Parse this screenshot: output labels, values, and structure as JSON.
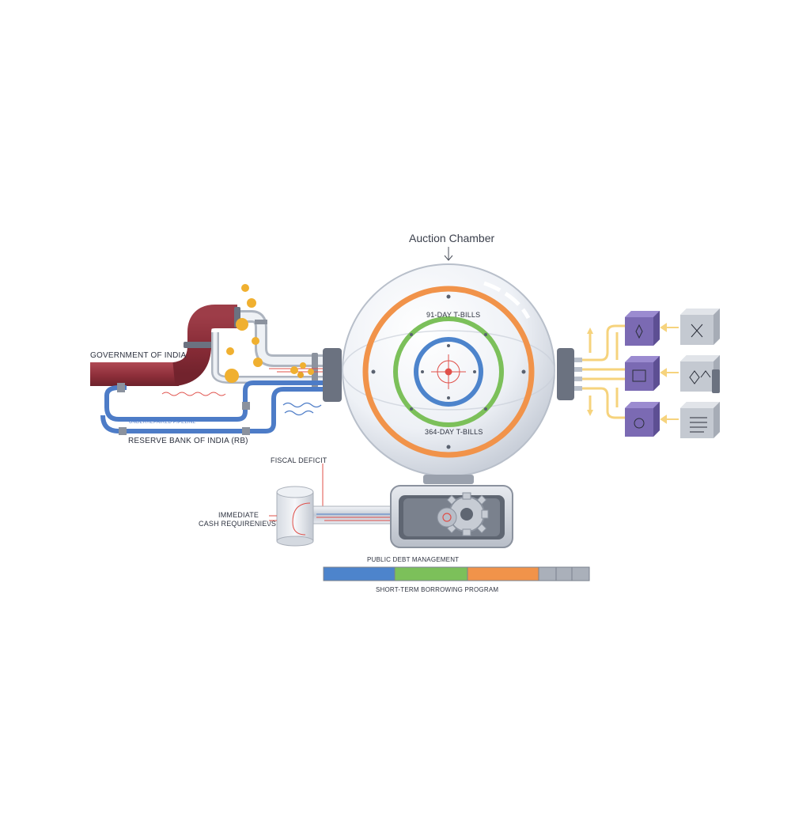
{
  "diagram": {
    "title": "Auction Chamber",
    "labels": {
      "government": "GOVERNMENT OF INDIA",
      "rbi": "RESERVE BANK OF INDIA (RB)",
      "pipe_tag": "UNDERREPAIRED PIPELINE",
      "ring_outer": "91-DAY T-BILLS",
      "ring_inner": "364-DAY T-BILLS",
      "fiscal_deficit": "FISCAL DEFICIT",
      "cash_line1": "IMMEDIATE",
      "cash_line2": "CASH REQUIRENIE\\/S",
      "public_debt": "PUBLIC DEBT MANAGEMENT",
      "borrowing": "SHORT-TERM BORROWING PROGRAM"
    },
    "colors": {
      "gov_pipe": "#8e2f3a",
      "blue_pipe": "#4d7cc7",
      "ring_orange": "#f1934a",
      "ring_green": "#7cc05a",
      "ring_blue": "#4d84cc",
      "target_red": "#e0504a",
      "coin": "#f0b030",
      "box_purple": "#7b6ab3",
      "box_grey": "#a6acb6",
      "arrow_yellow": "#f6d37d"
    },
    "bar_segments": [
      {
        "color": "#4d84cc"
      },
      {
        "color": "#7cc05a"
      },
      {
        "color": "#f1934a"
      },
      {
        "color": "#aab0ba"
      },
      {
        "color": "#aab0ba"
      },
      {
        "color": "#aab0ba"
      }
    ],
    "icons": [
      "coin-icon",
      "gear-icon",
      "target-icon",
      "investor-box-icon",
      "document-box-icon",
      "arrow-icon"
    ]
  }
}
